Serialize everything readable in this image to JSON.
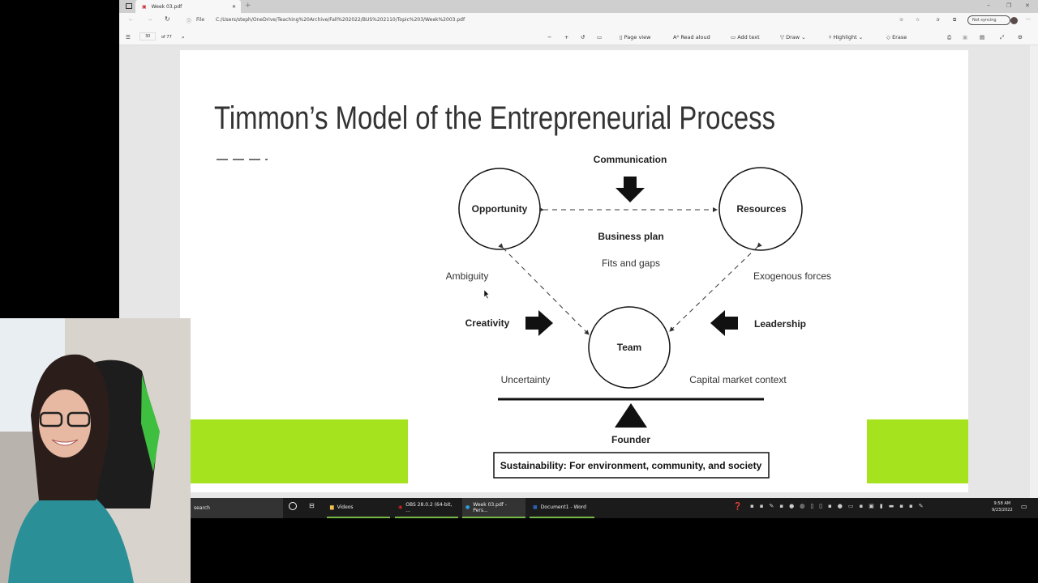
{
  "browser": {
    "tab_title": "Week 03.pdf",
    "protocol": "File",
    "url": "C:/Users/steph/OneDrive/Teaching%20Archive/Fall%202022/BUS%202110/Topic%203/Week%2003.pdf",
    "profile": "Not syncing"
  },
  "pdf_toolbar": {
    "page": "30",
    "of": "of 77",
    "page_view": "Page view",
    "read_aloud": "Read aloud",
    "add_text": "Add text",
    "draw": "Draw",
    "highlight": "Highlight",
    "erase": "Erase"
  },
  "slide": {
    "title": "Timmon’s Model of the Entrepreneurial Process",
    "accent": "#a4e31e",
    "diagram": {
      "communication": "Communication",
      "opportunity": "Opportunity",
      "resources": "Resources",
      "business_plan": "Business plan",
      "fits_gaps": "Fits and gaps",
      "ambiguity": "Ambiguity",
      "exogenous": "Exogenous forces",
      "creativity": "Creativity",
      "leadership": "Leadership",
      "team": "Team",
      "uncertainty": "Uncertainty",
      "capital": "Capital market context",
      "founder": "Founder",
      "sustainability": "Sustainability: For environment, community, and society"
    }
  },
  "taskbar": {
    "search": "search",
    "items": [
      "Videos",
      "OBS 28.0.2 (64-bit, ...",
      "Week 03.pdf - Pers...",
      "Document1 - Word"
    ],
    "time": "9:58 AM",
    "date": "9/23/2022"
  }
}
